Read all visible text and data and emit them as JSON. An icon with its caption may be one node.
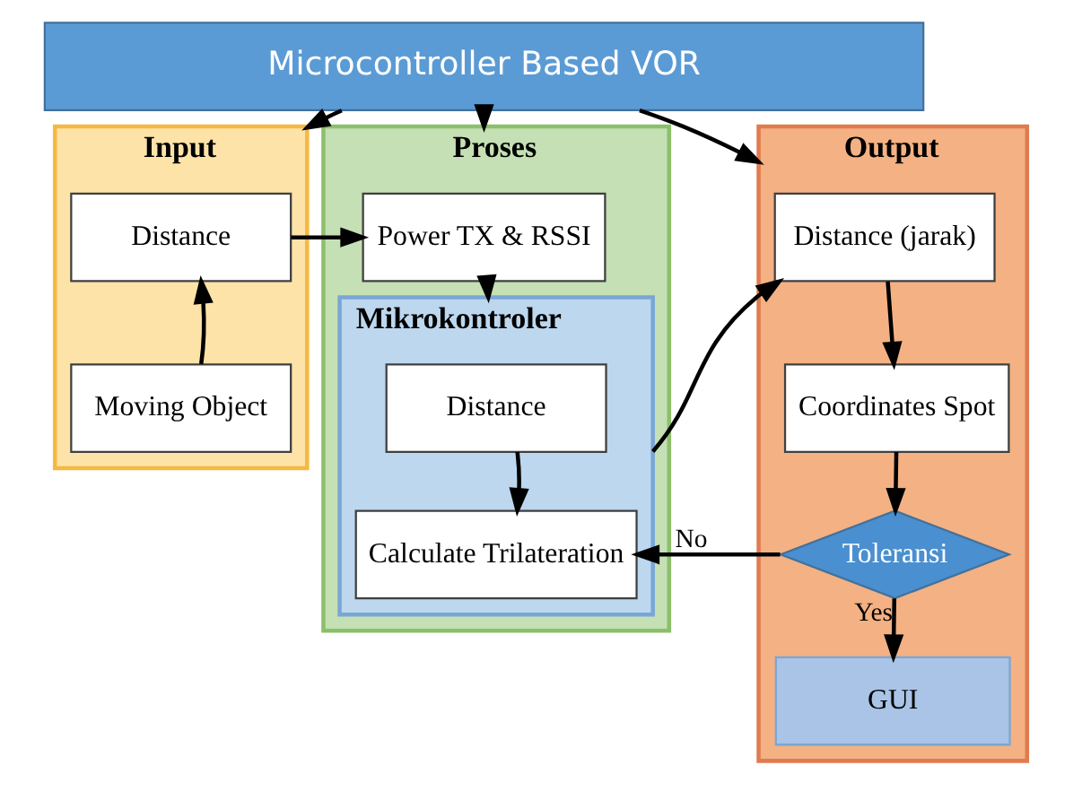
{
  "diagram": {
    "nodes": [
      {
        "text": [
          "Microcontroller Based VOR"
        ]
      },
      {
        "text": [
          "Input"
        ]
      },
      {
        "text": [
          "Distance"
        ],
        "in": 1
      },
      {
        "text": [
          "Moving Object"
        ],
        "in": 1
      },
      {
        "text": [
          "Proses"
        ]
      },
      {
        "text": [
          "Power TX & RSSI"
        ],
        "in": 4
      },
      {
        "text": [
          "Mikrokontroler"
        ],
        "in": 4
      },
      {
        "text": [
          "Distance"
        ],
        "in": 6
      },
      {
        "text": [
          "Calculate Trilateration"
        ],
        "in": 6
      },
      {
        "text": [
          "Output"
        ]
      },
      {
        "text": [
          "Distance (jarak)"
        ],
        "in": 9
      },
      {
        "text": [
          "Coordinates Spot"
        ],
        "in": 9
      },
      {
        "text": [
          "Toleransi"
        ],
        "in": 9
      },
      {
        "text": [
          "GUI"
        ],
        "in": 9
      }
    ],
    "edges": [
      {
        "from": 0,
        "to": 1,
        "arrow": "to"
      },
      {
        "from": 0,
        "to": 4,
        "arrow": "to"
      },
      {
        "from": 0,
        "to": 9,
        "arrow": "to"
      },
      {
        "from": 3,
        "to": 2,
        "arrow": "to"
      },
      {
        "from": 2,
        "to": 5,
        "arrow": "to"
      },
      {
        "from": 5,
        "to": 6,
        "arrow": "to"
      },
      {
        "from": 7,
        "to": 8,
        "arrow": "to"
      },
      {
        "from": 6,
        "to": 10,
        "arrow": "to"
      },
      {
        "from": 10,
        "to": 11,
        "arrow": "to"
      },
      {
        "from": 11,
        "to": 12,
        "arrow": "to"
      },
      {
        "from": 12,
        "to": 8,
        "label": "No",
        "arrow": "to"
      },
      {
        "from": 12,
        "to": 13,
        "label": "Yes",
        "arrow": "to"
      }
    ]
  }
}
